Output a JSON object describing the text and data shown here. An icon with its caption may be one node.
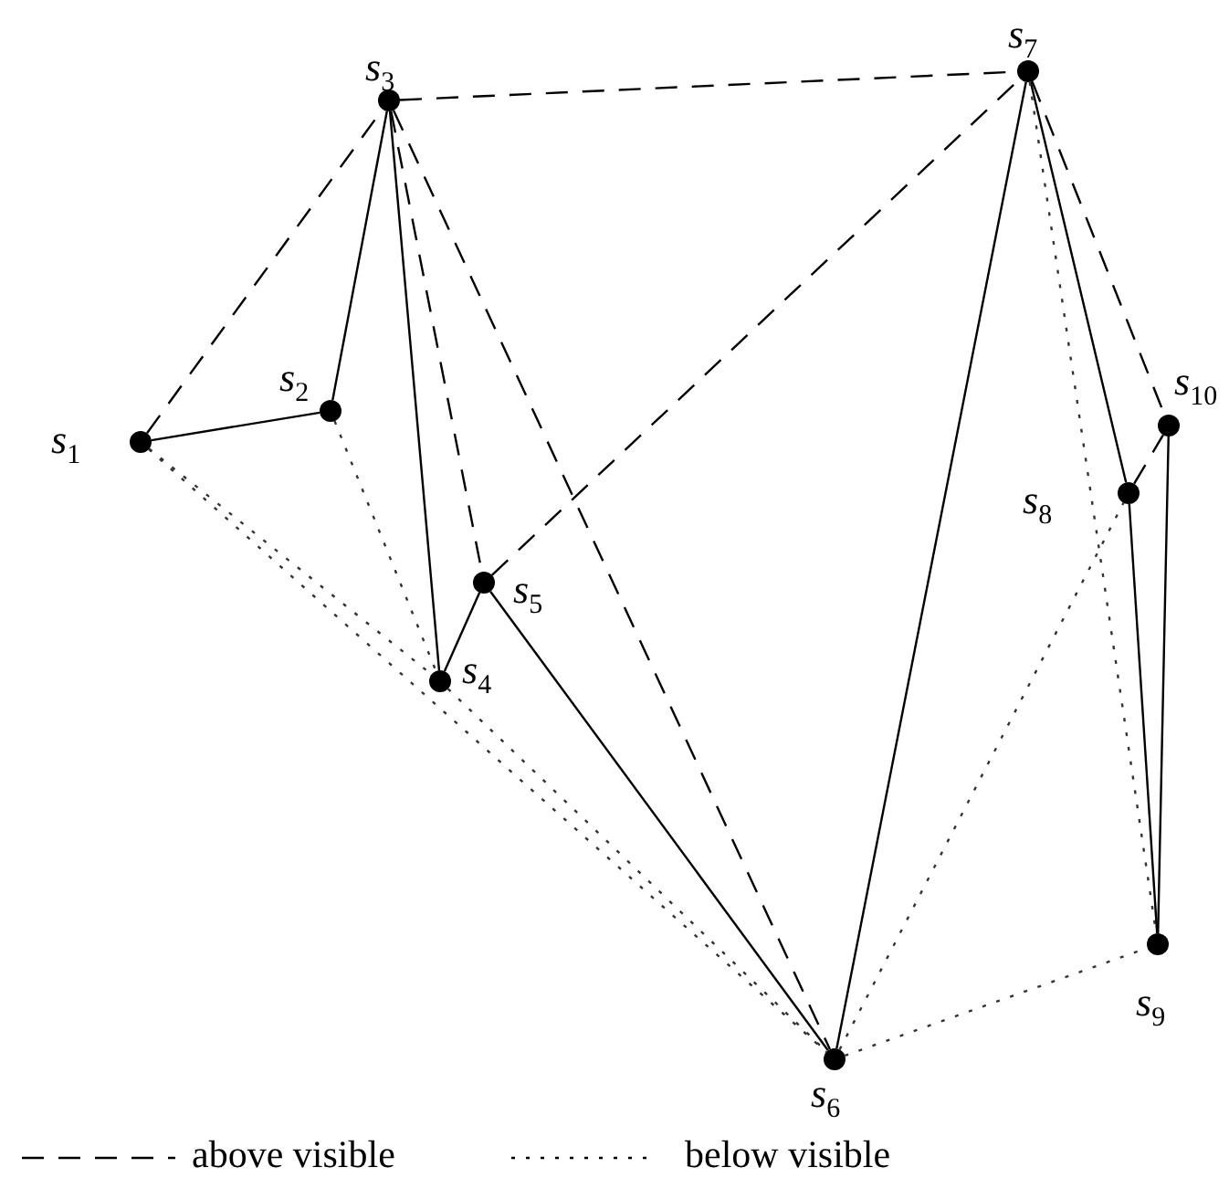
{
  "diagram": {
    "nodes": [
      {
        "text": [],
        "shape": "circle",
        "beside": [
          "s$_{1}$"
        ]
      },
      {
        "text": [],
        "shape": "circle",
        "beside": [
          "s$_{2}$"
        ]
      },
      {
        "text": [],
        "shape": "circle",
        "beside": [
          "s$_{3}$"
        ]
      },
      {
        "text": [],
        "shape": "circle",
        "beside": [
          "s$_{4}$"
        ]
      },
      {
        "text": [],
        "shape": "circle",
        "beside": [
          "s$_{5}$"
        ]
      },
      {
        "text": [],
        "shape": "circle",
        "beside": [
          "s$_{6}$"
        ]
      },
      {
        "text": [],
        "shape": "circle",
        "beside": [
          "s$_{7}$"
        ]
      },
      {
        "text": [],
        "shape": "circle",
        "beside": [
          "s$_{8}$"
        ]
      },
      {
        "text": [],
        "shape": "circle",
        "beside": [
          "s$_{9}$"
        ]
      },
      {
        "text": [],
        "shape": "circle",
        "beside": [
          "s$_{10}$"
        ]
      }
    ],
    "edges": [
      {
        "from": 0,
        "to": 2,
        "arrow": "none",
        "style": "dashed"
      },
      {
        "from": 0,
        "to": 1,
        "arrow": "none"
      },
      {
        "from": 1,
        "to": 2,
        "arrow": "none"
      },
      {
        "from": 2,
        "to": 6,
        "arrow": "none",
        "style": "dashed"
      },
      {
        "from": 2,
        "to": 3,
        "arrow": "none"
      },
      {
        "from": 2,
        "to": 4,
        "arrow": "none",
        "style": "dashed"
      },
      {
        "from": 2,
        "to": 5,
        "arrow": "none",
        "style": "dashed"
      },
      {
        "from": 4,
        "to": 6,
        "arrow": "none",
        "style": "dashed"
      },
      {
        "from": 3,
        "to": 4,
        "arrow": "none"
      },
      {
        "from": 4,
        "to": 5,
        "arrow": "none"
      },
      {
        "from": 1,
        "to": 3,
        "arrow": "none",
        "style": "dashed",
        "color": "#333333"
      },
      {
        "from": 0,
        "to": 3,
        "arrow": "none",
        "style": "dashed",
        "color": "#333333"
      },
      {
        "from": 0,
        "to": 5,
        "arrow": "none",
        "style": "dashed",
        "color": "#333333"
      },
      {
        "from": 3,
        "to": 5,
        "arrow": "none",
        "style": "dashed",
        "color": "#333333"
      },
      {
        "from": 5,
        "to": 6,
        "arrow": "none"
      },
      {
        "from": 6,
        "to": 7,
        "arrow": "none"
      },
      {
        "from": 6,
        "to": 9,
        "arrow": "none",
        "style": "dashed"
      },
      {
        "from": 6,
        "to": 8,
        "arrow": "none",
        "style": "dashed",
        "color": "#333333"
      },
      {
        "from": 7,
        "to": 8,
        "arrow": "none"
      },
      {
        "from": 9,
        "to": 8,
        "arrow": "none"
      },
      {
        "from": 7,
        "to": 9,
        "arrow": "none",
        "style": "dashed"
      },
      {
        "from": 5,
        "to": 7,
        "arrow": "none",
        "style": "dashed",
        "color": "#333333"
      },
      {
        "from": 5,
        "to": 8,
        "arrow": "none",
        "style": "dashed",
        "color": "#333333"
      }
    ],
    "legend": [
      {
        "text": "above visible"
      },
      {
        "text": "below visible"
      }
    ]
  }
}
